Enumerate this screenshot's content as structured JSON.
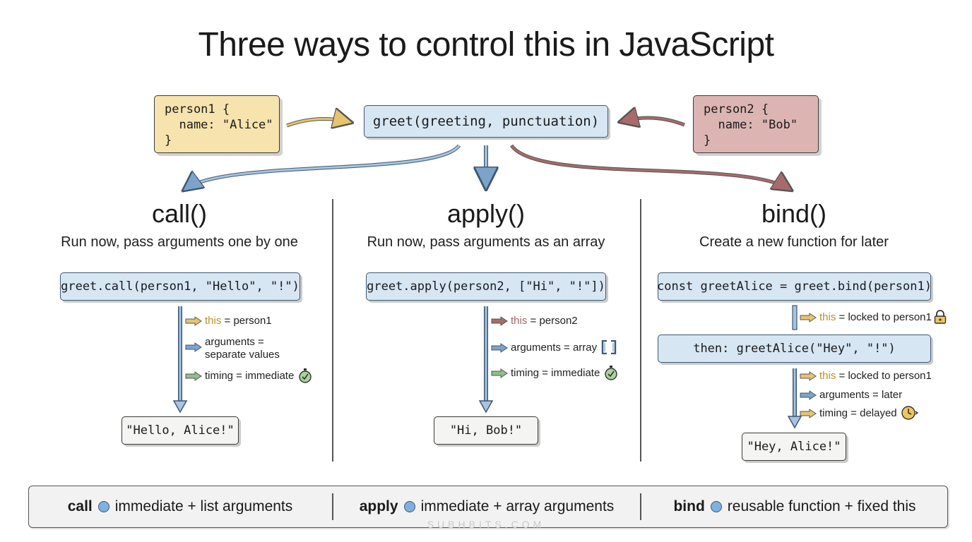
{
  "title": "Three ways to control this in JavaScript",
  "person1": {
    "line1": "person1 {",
    "line2": "  name: \"Alice\"",
    "line3": "}"
  },
  "person2": {
    "line1": "person2 {",
    "line2": "  name: \"Bob\"",
    "line3": "}"
  },
  "greet_signature": "greet(greeting, punctuation)",
  "columns": [
    {
      "method": "call()",
      "subtitle": "Run now, pass arguments one by one",
      "code": "greet.call(person1, \"Hello\", \"!\")",
      "props": {
        "this_kw": "this",
        "this_rest": " = person1",
        "args_line1": "arguments =",
        "args_line2": "separate values",
        "timing": "timing = immediate"
      },
      "result": "\"Hello, Alice!\""
    },
    {
      "method": "apply()",
      "subtitle": "Run now, pass arguments as an array",
      "code": "greet.apply(person2, [\"Hi\", \"!\"])",
      "props": {
        "this_kw": "this",
        "this_rest": " = person2",
        "args": "arguments = array",
        "timing": "timing = immediate"
      },
      "result": "\"Hi, Bob!\""
    },
    {
      "method": "bind()",
      "subtitle": "Create a new function for later",
      "code": "const greetAlice = greet.bind(person1)",
      "locked_kw": "this",
      "locked_rest": " = locked to person1",
      "then_code": "then: greetAlice(\"Hey\", \"!\")",
      "props": {
        "this_kw": "this",
        "this_rest": " = locked to person1",
        "args": "arguments = later",
        "timing": "timing = delayed"
      },
      "result": "\"Hey, Alice!\""
    }
  ],
  "summary": [
    {
      "name": "call",
      "desc": "immediate + list arguments"
    },
    {
      "name": "apply",
      "desc": "immediate + array arguments"
    },
    {
      "name": "bind",
      "desc": "reusable function + fixed this"
    }
  ],
  "watermark": "SUBHBITS.COM",
  "colors": {
    "yellow": "#f7e3ad",
    "red": "#dcb5b3",
    "blue": "#d7e6f3",
    "arrow_yellow": "#e6c46e",
    "arrow_blue": "#7ea3c9",
    "arrow_red": "#a86b69",
    "arrow_green": "#8fbf8a"
  }
}
